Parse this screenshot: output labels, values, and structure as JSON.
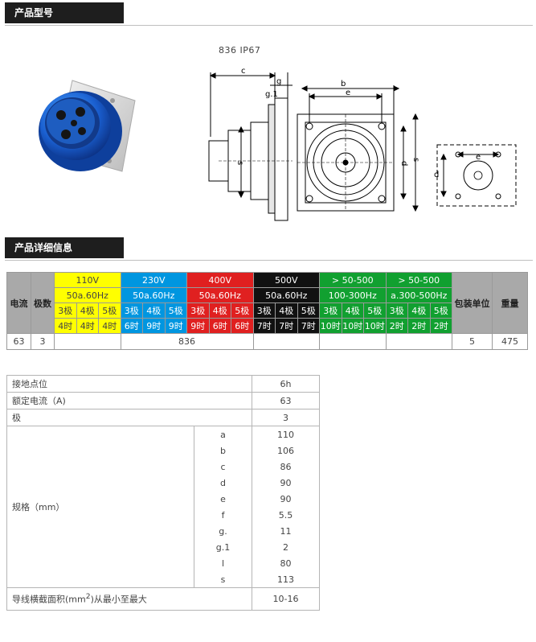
{
  "section1": {
    "title": "产品型号"
  },
  "diagram": {
    "model": "836  IP67",
    "labels": {
      "c": "c",
      "g": "g",
      "g1": "g.1",
      "b": "b",
      "e": "e",
      "d": "d",
      "s": "s",
      "e2": "e",
      "d2": "d"
    }
  },
  "section2": {
    "title": "产品详细信息"
  },
  "spec_table": {
    "col_current": "电流",
    "col_poles": "极数",
    "col_pack": "包装单位",
    "col_weight": "重量",
    "groups": [
      {
        "voltage": "110V",
        "freq": "50a.60Hz",
        "poles": [
          "3极",
          "4极",
          "5极"
        ],
        "times": [
          "4时",
          "4时",
          "4时"
        ],
        "color": "#ffff00"
      },
      {
        "voltage": "230V",
        "freq": "50a.60Hz",
        "poles": [
          "3极",
          "4极",
          "5极"
        ],
        "times": [
          "6时",
          "9时",
          "9时"
        ],
        "color": "#0096e0"
      },
      {
        "voltage": "400V",
        "freq": "50a.60Hz",
        "poles": [
          "3极",
          "4极",
          "5极"
        ],
        "times": [
          "9时",
          "6时",
          "6时"
        ],
        "color": "#e02020"
      },
      {
        "voltage": "500V",
        "freq": "50a.60Hz",
        "poles": [
          "3极",
          "4极",
          "5极"
        ],
        "times": [
          "7时",
          "7时",
          "7时"
        ],
        "color": "#111111"
      },
      {
        "voltage": "> 50-500",
        "freq": "100-300Hz",
        "poles": [
          "3极",
          "4极",
          "5极"
        ],
        "times": [
          "10时",
          "10时",
          "10时"
        ],
        "color": "#11a030"
      },
      {
        "voltage": "> 50-500",
        "freq": "a.300-500Hz",
        "poles": [
          "3极",
          "4极",
          "5极"
        ],
        "times": [
          "2时",
          "2时",
          "2时"
        ],
        "color": "#11a030"
      }
    ],
    "row": {
      "current": "63",
      "poles": "3",
      "model": "836",
      "pack": "5",
      "weight": "475"
    }
  },
  "params": {
    "ground_label": "接地点位",
    "ground_value": "6h",
    "rated_label": "额定电流（A)",
    "rated_value": "63",
    "pole_label": "极",
    "pole_value": "3",
    "size_label": "规格（mm）",
    "sizes": [
      {
        "key": "a",
        "value": "110"
      },
      {
        "key": "b",
        "value": "106"
      },
      {
        "key": "c",
        "value": "86"
      },
      {
        "key": "d",
        "value": "90"
      },
      {
        "key": "e",
        "value": "90"
      },
      {
        "key": "f",
        "value": "5.5"
      },
      {
        "key": "g.",
        "value": "11"
      },
      {
        "key": "g.1",
        "value": "2"
      },
      {
        "key": "l",
        "value": "80"
      },
      {
        "key": "s",
        "value": "113"
      }
    ],
    "wire_label_pre": "导线横截面积(mm",
    "wire_label_sup": "2",
    "wire_label_post": ")从最小至最大",
    "wire_value": "10-16"
  }
}
